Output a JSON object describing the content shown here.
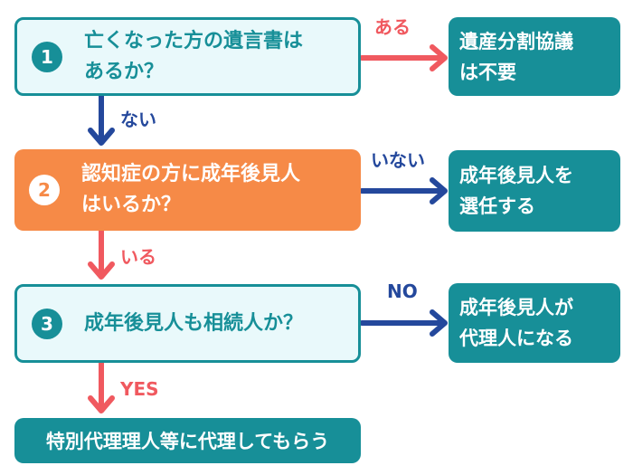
{
  "questions": [
    {
      "number": "1",
      "text": "亡くなった方の遺言書は\nあるか？"
    },
    {
      "number": "2",
      "text": "認知症の方に成年後見人\nはいるか？"
    },
    {
      "number": "3",
      "text": "成年後見人も相続人か？"
    }
  ],
  "outcomes": [
    {
      "text": "遺産分割協議\nは不要"
    },
    {
      "text": "成年後見人を\n選任する"
    },
    {
      "text": "成年後見人が\n代理人になる"
    }
  ],
  "final": {
    "text": "特別代理理人等に代理してもらう"
  },
  "labels": {
    "q1_yes": "ある",
    "q1_no": "ない",
    "q2_no": "いない",
    "q2_yes": "いる",
    "q3_no": "NO",
    "q3_yes": "YES"
  },
  "colors": {
    "teal": "#178f98",
    "light_fill": "#e9f9fb",
    "orange": "#f68a47",
    "red_arrow": "#f0595f",
    "blue_arrow": "#24489c"
  }
}
